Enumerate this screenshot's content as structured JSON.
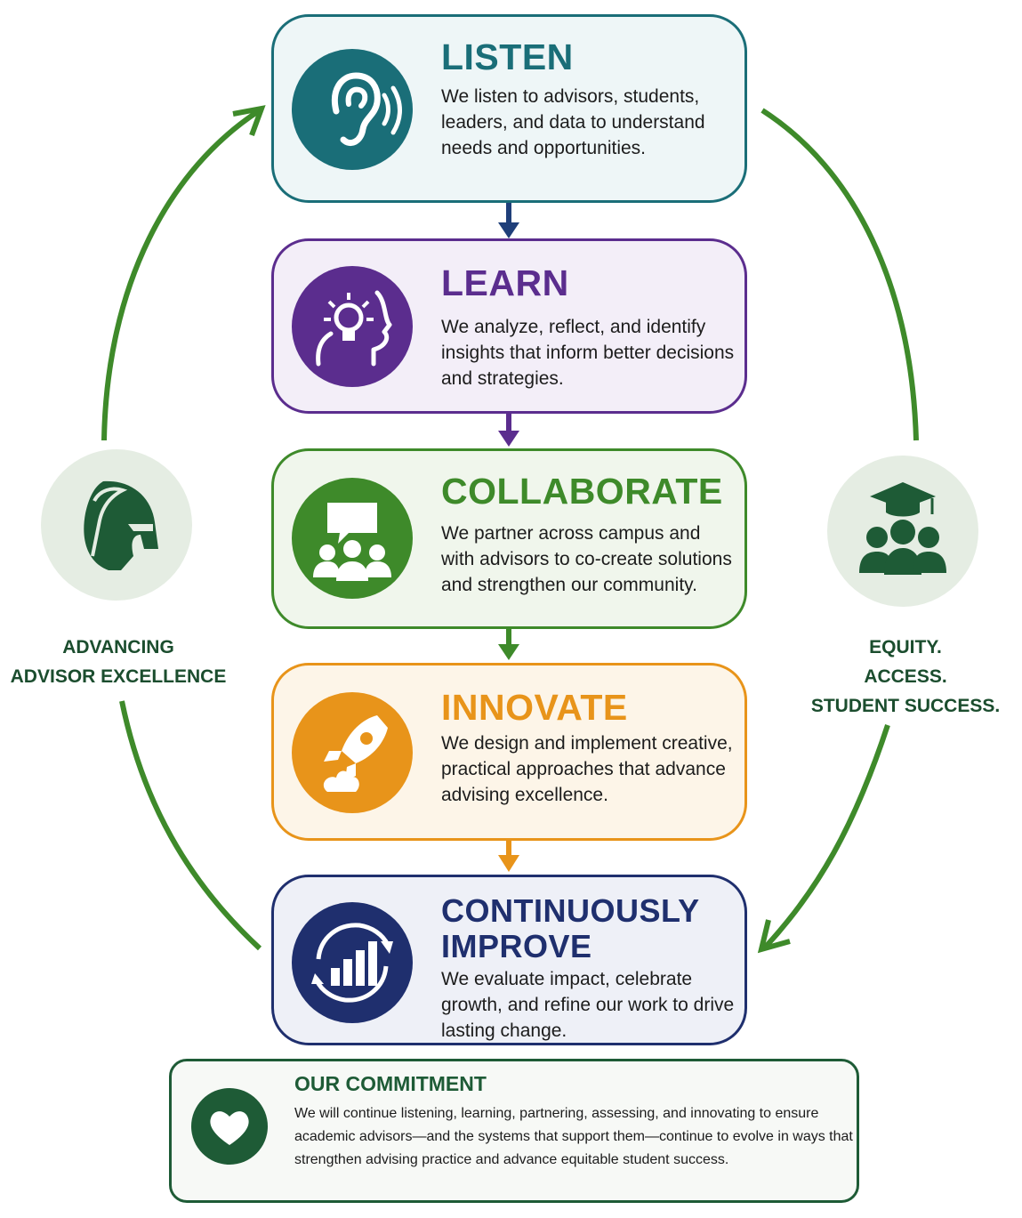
{
  "stages": [
    {
      "title": "LISTEN",
      "description": "We listen to advisors, students, leaders, and data to understand needs and opportunities.",
      "icon": "ear-icon",
      "color": "#1a6e78"
    },
    {
      "title": "LEARN",
      "description": "We analyze, reflect, and identify insights that inform better decisions and strategies.",
      "icon": "lightbulb-head-icon",
      "color": "#5b2d8e"
    },
    {
      "title": "COLLABORATE",
      "description": "We partner across campus and with advisors to co-create solutions and strengthen our community.",
      "icon": "people-chat-icon",
      "color": "#3e8a2a"
    },
    {
      "title": "INNOVATE",
      "description": "We design and implement creative, practical approaches that advance advising excellence.",
      "icon": "rocket-icon",
      "color": "#e8941a"
    },
    {
      "title_line1": "CONTINUOUSLY",
      "title_line2": "IMPROVE",
      "description": "We evaluate impact, celebrate growth, and refine our work to drive lasting change.",
      "icon": "cycle-chart-icon",
      "color": "#1f2f6e"
    }
  ],
  "left": {
    "label_line1": "ADVANCING",
    "label_line2": "ADVISOR EXCELLENCE",
    "icon": "spartan-helmet-icon"
  },
  "right": {
    "label_line1": "EQUITY.",
    "label_line2": "ACCESS.",
    "label_line3": "STUDENT SUCCESS.",
    "icon": "graduation-group-icon"
  },
  "commitment": {
    "title": "OUR COMMITMENT",
    "text": "We will continue listening, learning, partnering, assessing, and innovating to ensure academic advisors—and the systems that support them—continue to evolve in ways that strengthen advising practice and advance equitable student success.",
    "icon": "heart-icon"
  },
  "colors": {
    "cycle_arrow": "#3e8a2a",
    "brand_green": "#1e5b36"
  }
}
